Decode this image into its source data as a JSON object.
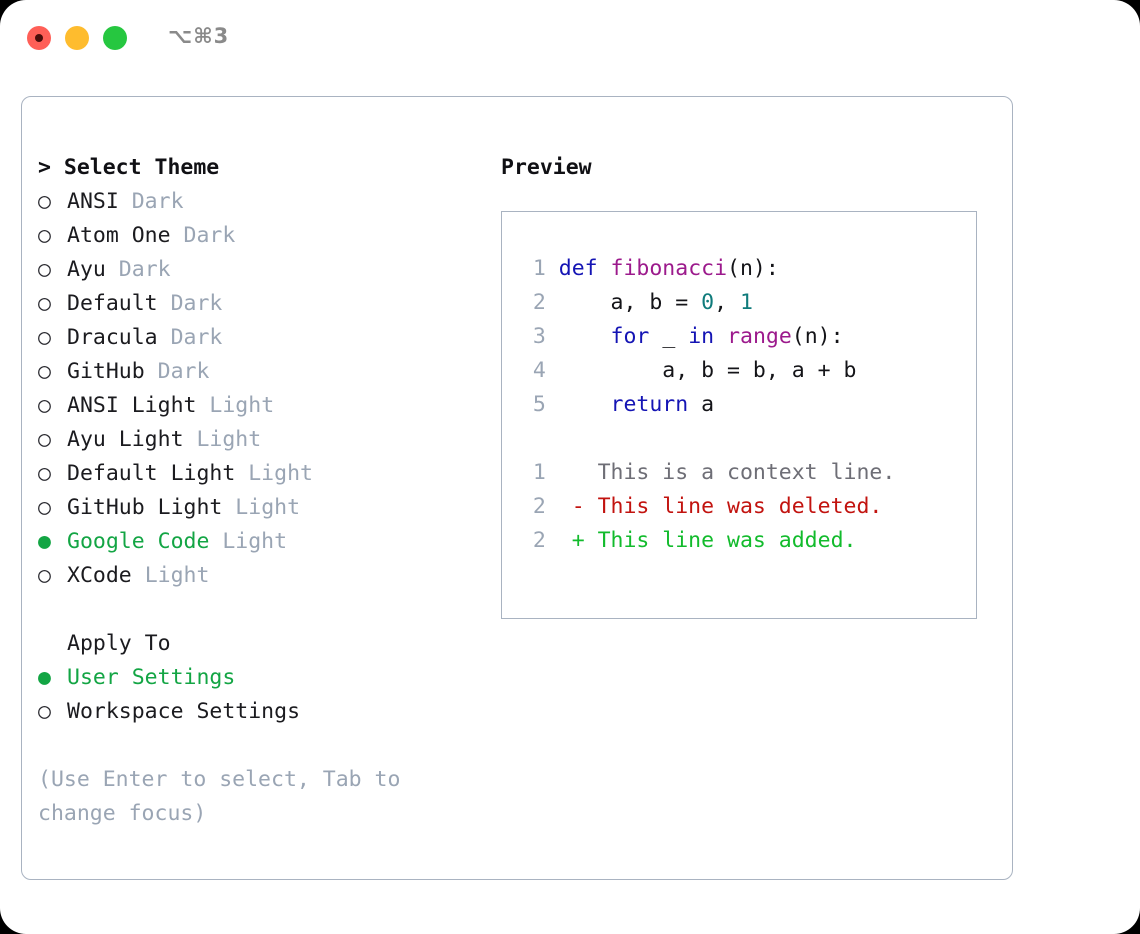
{
  "titlebar": {
    "shortcut": "⌥⌘3",
    "buttons": [
      {
        "name": "close",
        "color": "#ff5f57"
      },
      {
        "name": "minimize",
        "color": "#febc2e"
      },
      {
        "name": "zoom",
        "color": "#26c740"
      }
    ]
  },
  "theme_list": {
    "header_prefix": "> ",
    "header": "Select Theme",
    "items": [
      {
        "marker": "○",
        "label": "ANSI",
        "tag": "Dark",
        "selected": false
      },
      {
        "marker": "○",
        "label": "Atom One",
        "tag": "Dark",
        "selected": false
      },
      {
        "marker": "○",
        "label": "Ayu",
        "tag": "Dark",
        "selected": false
      },
      {
        "marker": "○",
        "label": "Default",
        "tag": "Dark",
        "selected": false
      },
      {
        "marker": "○",
        "label": "Dracula",
        "tag": "Dark",
        "selected": false
      },
      {
        "marker": "○",
        "label": "GitHub",
        "tag": "Dark",
        "selected": false
      },
      {
        "marker": "○",
        "label": "ANSI Light",
        "tag": "Light",
        "selected": false
      },
      {
        "marker": "○",
        "label": "Ayu Light",
        "tag": "Light",
        "selected": false
      },
      {
        "marker": "○",
        "label": "Default Light",
        "tag": "Light",
        "selected": false
      },
      {
        "marker": "○",
        "label": "GitHub Light",
        "tag": "Light",
        "selected": false
      },
      {
        "marker": "●",
        "label": "Google Code",
        "tag": "Light",
        "selected": true
      },
      {
        "marker": "○",
        "label": "XCode",
        "tag": "Light",
        "selected": false
      }
    ]
  },
  "apply_to": {
    "header": "Apply To",
    "items": [
      {
        "marker": "●",
        "label": "User Settings",
        "selected": true
      },
      {
        "marker": "○",
        "label": "Workspace Settings",
        "selected": false
      }
    ]
  },
  "hint": "(Use Enter to select, Tab to change focus)",
  "preview": {
    "title": "Preview",
    "code": [
      {
        "num": "1",
        "tokens": [
          {
            "t": "def ",
            "c": "kw"
          },
          {
            "t": "fibonacci",
            "c": "fn"
          },
          {
            "t": "(n):",
            "c": "plain"
          }
        ]
      },
      {
        "num": "2",
        "tokens": [
          {
            "t": "    a, b = ",
            "c": "plain"
          },
          {
            "t": "0",
            "c": "num"
          },
          {
            "t": ", ",
            "c": "plain"
          },
          {
            "t": "1",
            "c": "num"
          }
        ]
      },
      {
        "num": "3",
        "tokens": [
          {
            "t": "    ",
            "c": "plain"
          },
          {
            "t": "for",
            "c": "kw"
          },
          {
            "t": " _ ",
            "c": "plain"
          },
          {
            "t": "in",
            "c": "kw"
          },
          {
            "t": " ",
            "c": "plain"
          },
          {
            "t": "range",
            "c": "fn"
          },
          {
            "t": "(n):",
            "c": "plain"
          }
        ]
      },
      {
        "num": "4",
        "tokens": [
          {
            "t": "        a, b = b, a + b",
            "c": "plain"
          }
        ]
      },
      {
        "num": "5",
        "tokens": [
          {
            "t": "    ",
            "c": "plain"
          },
          {
            "t": "return",
            "c": "kw"
          },
          {
            "t": " a",
            "c": "plain"
          }
        ]
      }
    ],
    "diff": [
      {
        "num": "1",
        "sign": "  ",
        "text": "This is a context line.",
        "kind": "ctx"
      },
      {
        "num": "2",
        "sign": "- ",
        "text": "This line was deleted.",
        "kind": "del"
      },
      {
        "num": "2",
        "sign": "+ ",
        "text": "This line was added.",
        "kind": "add"
      }
    ]
  },
  "colors": {
    "accent_green": "#13a544",
    "muted_gray": "#9aa5b4",
    "border": "#a9b3c1",
    "keyword_blue": "#1414b4",
    "function_magenta": "#9c1a8c",
    "number_teal": "#0f7b7b",
    "diff_deleted": "#c2130f",
    "diff_added": "#12bb2c"
  }
}
